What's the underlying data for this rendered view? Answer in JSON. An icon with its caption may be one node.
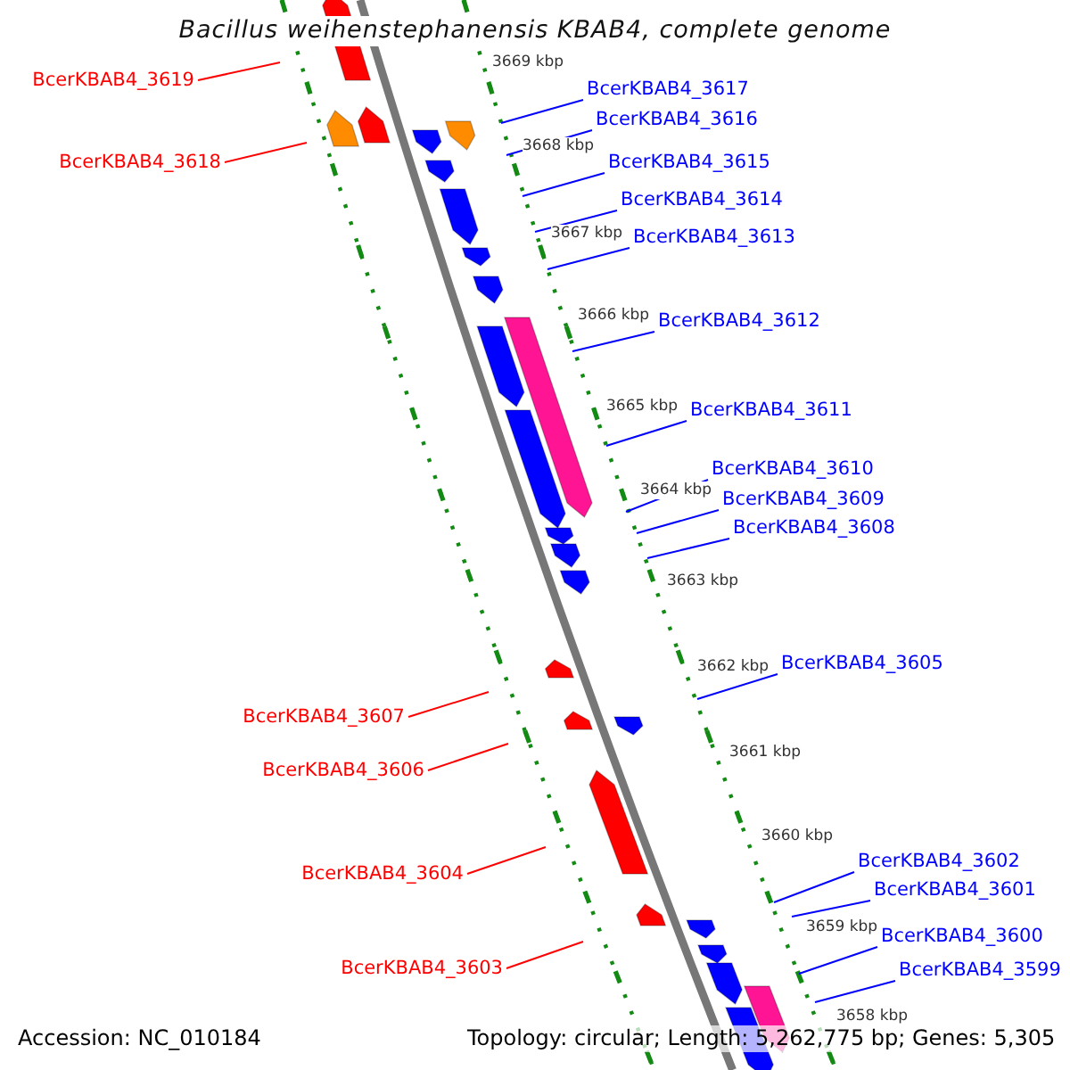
{
  "diagram": {
    "title": "Bacillus weihenstephanensis KBAB4, complete genome",
    "nodes": [
      {
        "text": [
          "BcerKBAB4_3619"
        ]
      },
      {
        "text": [
          "BcerKBAB4_3617"
        ]
      },
      {
        "text": [
          "BcerKBAB4_3616"
        ]
      },
      {
        "text": [
          "BcerKBAB4_3618"
        ]
      },
      {
        "text": [
          "BcerKBAB4_3615"
        ]
      },
      {
        "text": [
          "BcerKBAB4_3614"
        ]
      },
      {
        "text": [
          "BcerKBAB4_3613"
        ]
      },
      {
        "text": [
          "BcerKBAB4_3612"
        ]
      },
      {
        "text": [
          "BcerKBAB4_3611"
        ]
      },
      {
        "text": [
          "BcerKBAB4_3610"
        ]
      },
      {
        "text": [
          "BcerKBAB4_3609"
        ]
      },
      {
        "text": [
          "BcerKBAB4_3608"
        ]
      },
      {
        "text": [
          "BcerKBAB4_3605"
        ]
      },
      {
        "text": [
          "BcerKBAB4_3607"
        ]
      },
      {
        "text": [
          "BcerKBAB4_3606"
        ]
      },
      {
        "text": [
          "BcerKBAB4_3602"
        ]
      },
      {
        "text": [
          "BcerKBAB4_3604"
        ]
      },
      {
        "text": [
          "BcerKBAB4_3601"
        ]
      },
      {
        "text": [
          "BcerKBAB4_3600"
        ]
      },
      {
        "text": [
          "BcerKBAB4_3599"
        ]
      },
      {
        "text": [
          "BcerKBAB4_3603"
        ]
      }
    ],
    "edges": [
      {
        "from": 0,
        "to": null,
        "arrow": "none",
        "color": "#ff0000"
      },
      {
        "from": 1,
        "to": null,
        "arrow": "none"
      },
      {
        "from": 2,
        "to": null,
        "arrow": "none"
      },
      {
        "from": 3,
        "to": null,
        "arrow": "none",
        "color": "#ff0000"
      },
      {
        "from": 4,
        "to": null,
        "arrow": "none"
      },
      {
        "from": 5,
        "to": null,
        "arrow": "none"
      },
      {
        "from": 6,
        "to": null,
        "arrow": "none"
      },
      {
        "from": 7,
        "to": null,
        "arrow": "none"
      },
      {
        "from": 8,
        "to": null,
        "arrow": "none"
      },
      {
        "from": 9,
        "to": null,
        "arrow": "none"
      },
      {
        "from": 10,
        "to": null,
        "arrow": "none"
      },
      {
        "from": 11,
        "to": null,
        "arrow": "none"
      },
      {
        "from": 12,
        "to": null,
        "arrow": "none"
      },
      {
        "from": 13,
        "to": null,
        "arrow": "none",
        "color": "#ff0000"
      },
      {
        "from": 14,
        "to": null,
        "arrow": "none",
        "color": "#ff0000"
      },
      {
        "from": 15,
        "to": null,
        "arrow": "none"
      },
      {
        "from": 16,
        "to": null,
        "arrow": "none",
        "color": "#ff0000"
      },
      {
        "from": 17,
        "to": null,
        "arrow": "none"
      },
      {
        "from": 18,
        "to": null,
        "arrow": "none"
      },
      {
        "from": 19,
        "to": null,
        "arrow": "none"
      },
      {
        "from": 20,
        "to": null,
        "arrow": "none",
        "color": "#ff0000"
      }
    ],
    "labels": [
      "3669 kbp",
      "3668 kbp",
      "3667 kbp",
      "3666 kbp",
      "3665 kbp",
      "3664 kbp",
      "3663 kbp",
      "3662 kbp",
      "3661 kbp",
      "3660 kbp",
      "3659 kbp",
      "3658 kbp",
      "Accession: NC_010184",
      "Topology: circular; Length: 5,262,775 bp; Genes: 5,305"
    ]
  }
}
